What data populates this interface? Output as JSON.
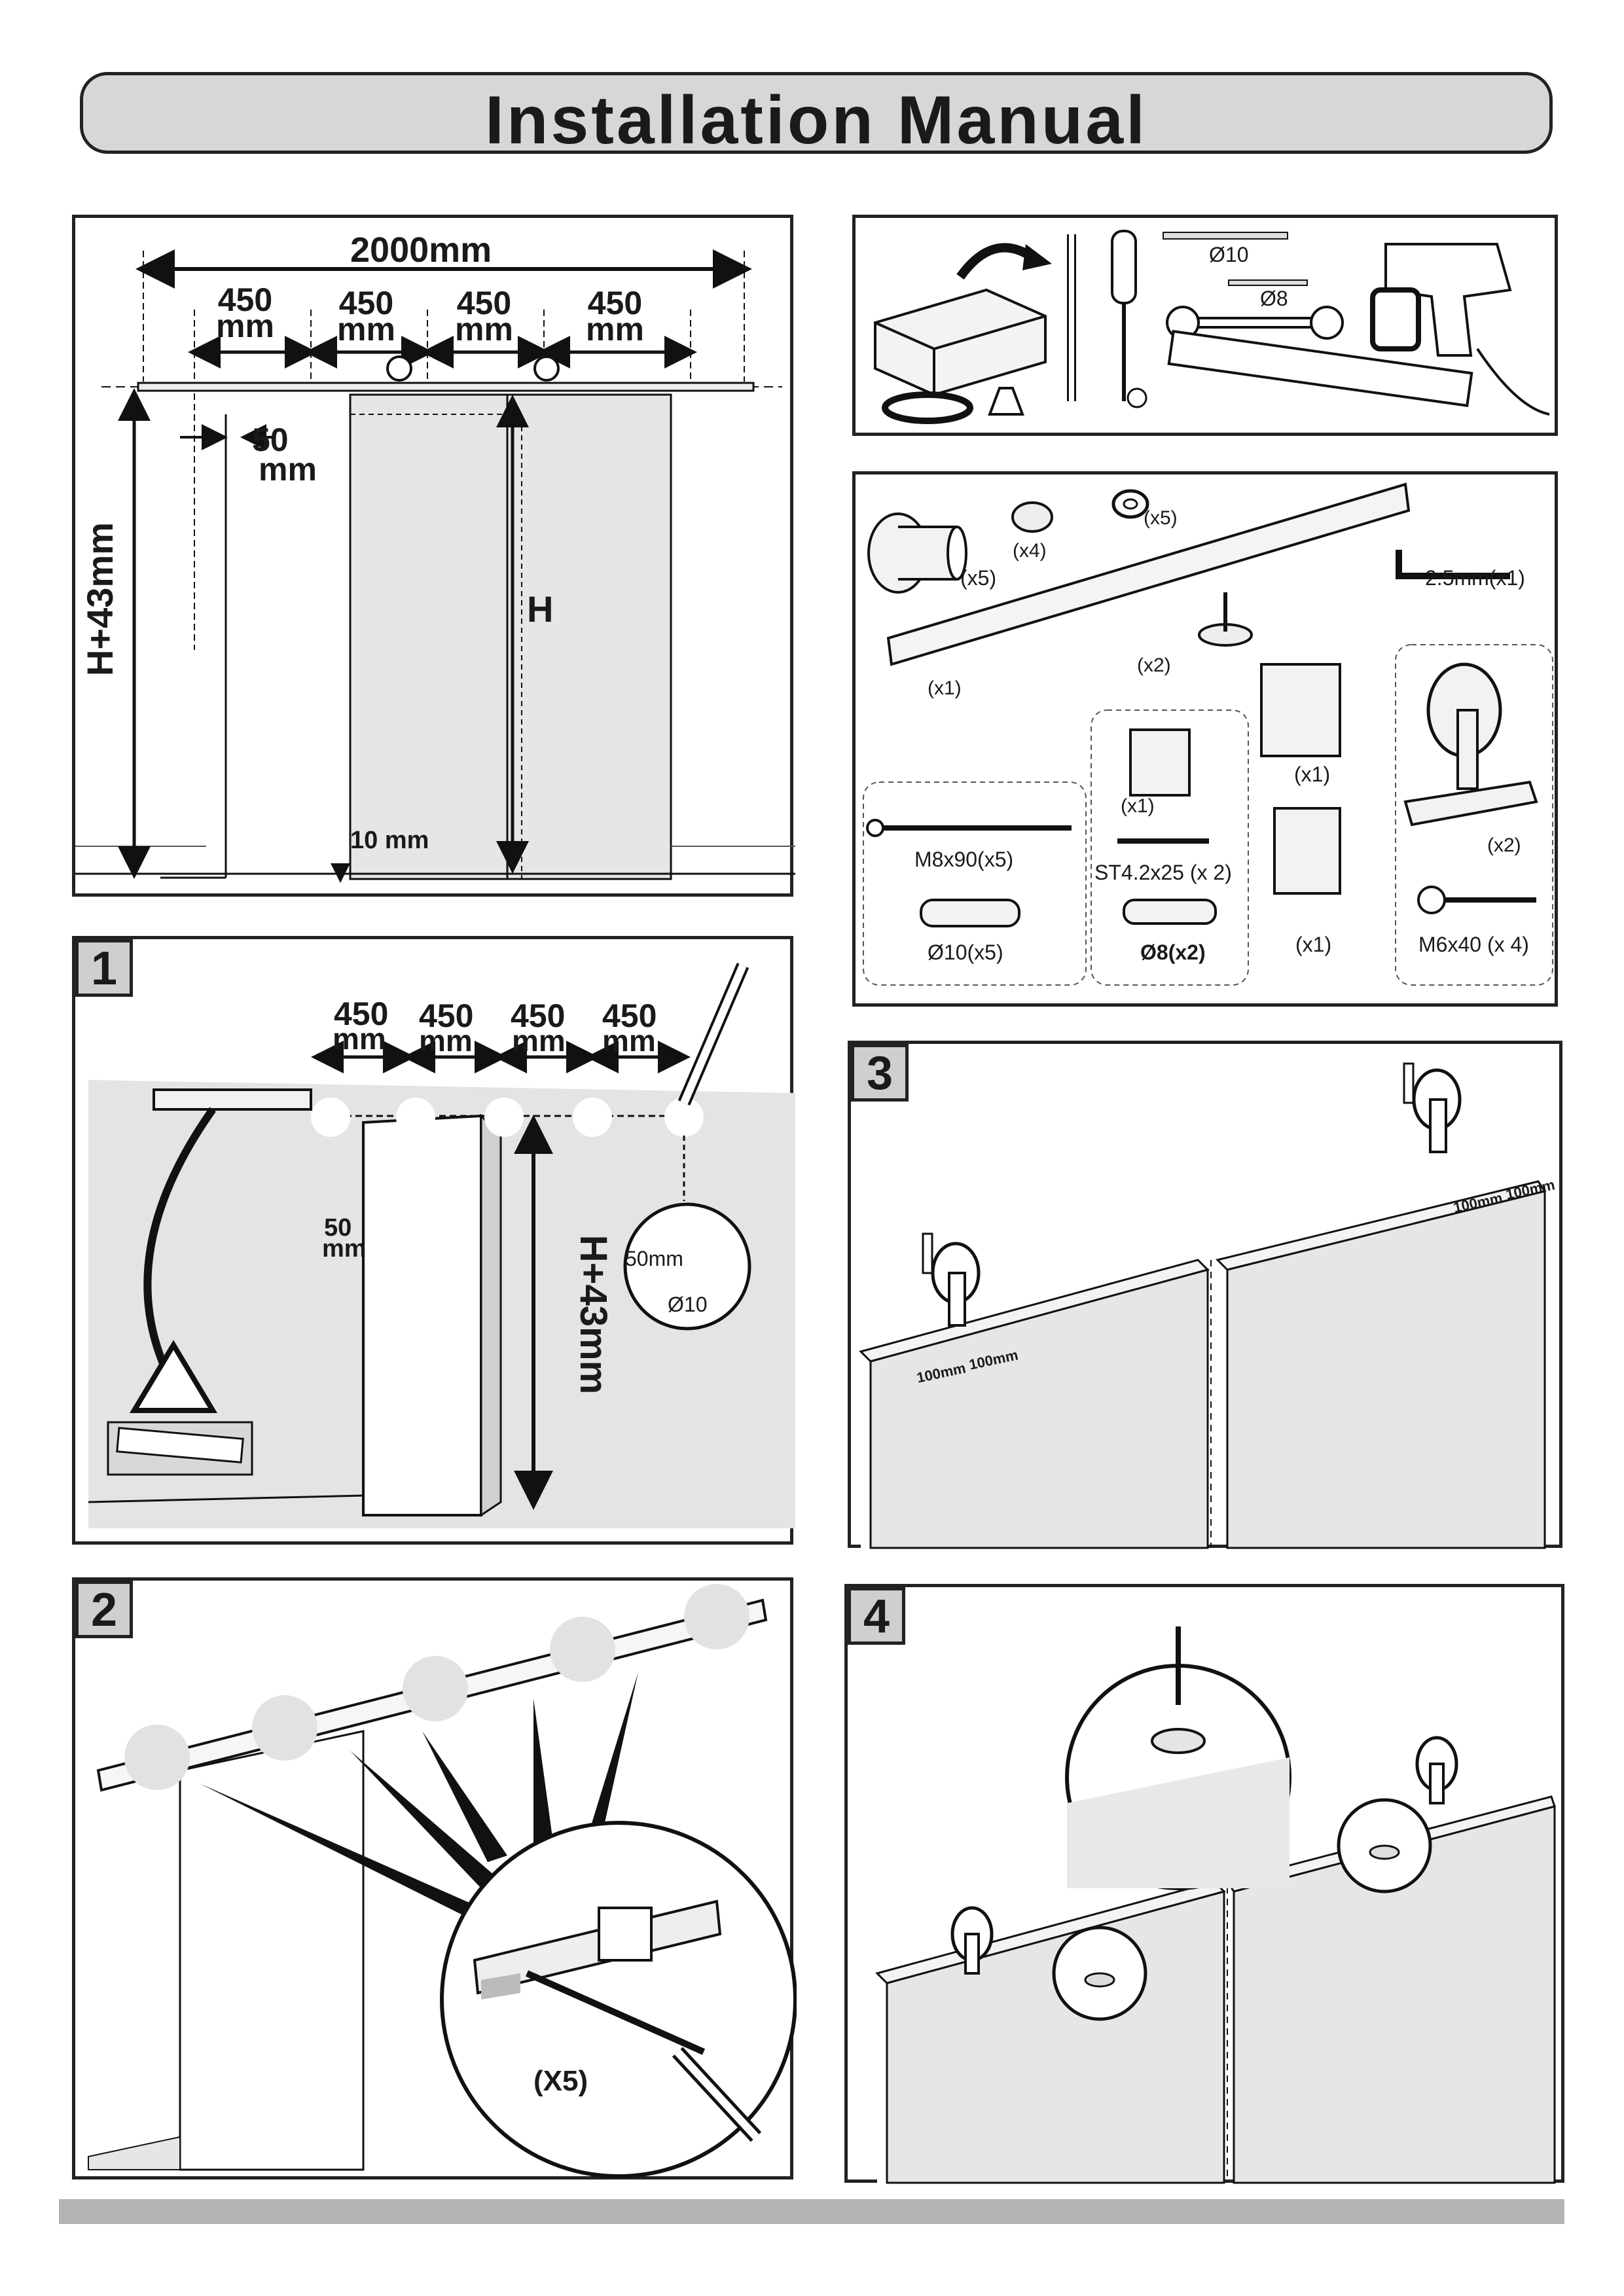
{
  "header": {
    "title": "Installation Manual"
  },
  "overview": {
    "total_width": "2000mm",
    "segments": [
      "450\nmm",
      "450\nmm",
      "450\nmm",
      "450\nmm"
    ],
    "offset_num": "50",
    "offset_unit": "mm",
    "mount_height": "H+43mm",
    "door_height": "H",
    "floor_gap": "10 mm"
  },
  "tools": {
    "bit_large": "Ø10",
    "bit_small": "Ø8"
  },
  "parts": {
    "stopper_qty": "(x4)",
    "washer_qty": "(x5)",
    "spacer_qty": "(x5)",
    "rail_qty": "(x1)",
    "floor_guide_qty": "(x2)",
    "allen_key": "2.5mm(x1)",
    "guide_qty": "(x1)",
    "bracket_qty": "(x1)",
    "hanger_qty": "(x2)",
    "screw_bolt": "M8x90(x5)",
    "anchor_large": "Ø10(x5)",
    "screw_small": "ST4.2x25 (x 2)",
    "anchor_small": "Ø8(x2)",
    "clip_qty": "(x1)",
    "screw_m6": "M6x40 (x 4)"
  },
  "step1": {
    "number": "1",
    "segments": [
      "450",
      "450",
      "450",
      "450"
    ],
    "segment_unit": "mm",
    "offset_num": "50",
    "offset_unit": "mm",
    "height": "H+43mm",
    "drill_depth": "50mm",
    "drill_bit": "Ø10"
  },
  "step2": {
    "number": "2",
    "repeat": "(X5)"
  },
  "step3": {
    "number": "3",
    "spacing_a": "100mm",
    "spacing_b": "100mm"
  },
  "step4": {
    "number": "4"
  }
}
